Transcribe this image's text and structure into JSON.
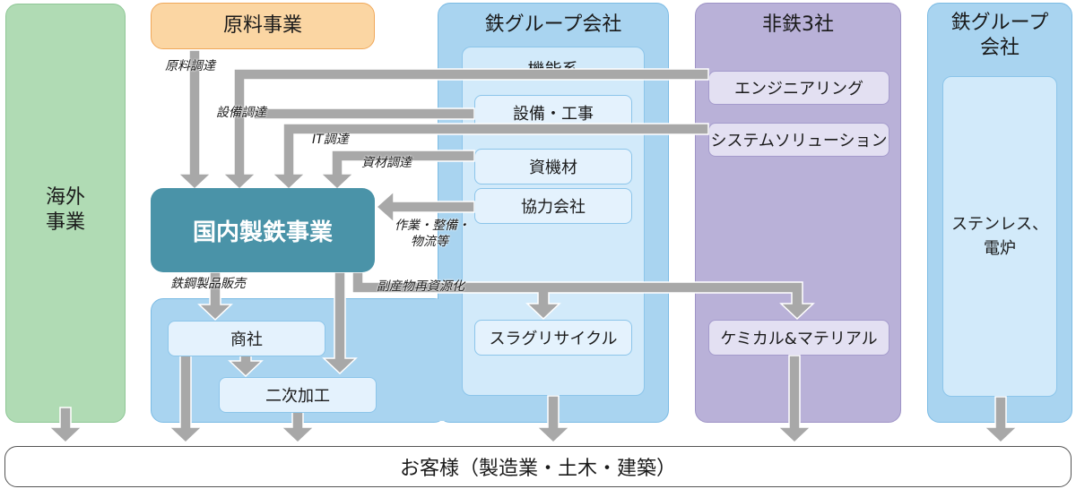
{
  "overseas": {
    "title": "海外\n事業"
  },
  "raw_materials": {
    "title": "原料事業"
  },
  "iron_group": {
    "title": "鉄グループ会社",
    "functional": {
      "title": "機能系",
      "items": [
        "設備・工事",
        "資機材",
        "協力会社"
      ]
    },
    "slag": "スラグリサイクル"
  },
  "nonferrous": {
    "title": "非鉄3社",
    "items": [
      "エンジニアリング",
      "システムソリューション",
      "ケミカル&マテリアル"
    ]
  },
  "iron_group_right": {
    "title": "鉄グループ\n会社",
    "inner": "ステンレス、\n電炉"
  },
  "domestic": {
    "title": "国内製鉄事業"
  },
  "sales": {
    "trading": "商社",
    "secondary": "二次加工"
  },
  "flows": {
    "raw_procurement": "原料調達",
    "equipment_procurement": "設備調達",
    "it_procurement": "IT調達",
    "material_procurement": "資材調達",
    "work": "作業・整備・",
    "work2": "物流等",
    "steel_sales": "鉄鋼製品販売",
    "byproduct": "副産物再資源化"
  },
  "customer": {
    "title": "お客様（製造業・土木・建築）"
  },
  "colors": {
    "arrow": "#a8a8a8",
    "main": "#4a93a8"
  }
}
